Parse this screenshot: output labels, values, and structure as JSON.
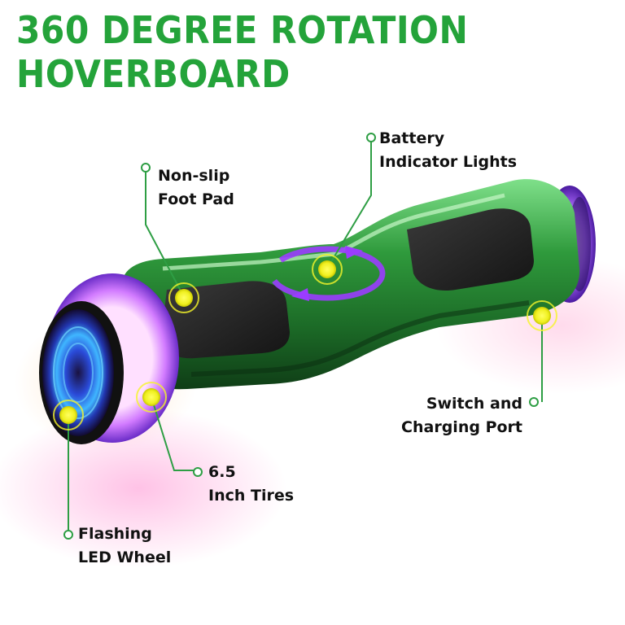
{
  "title": {
    "line1": "360 DEGREE ROTATION",
    "line2": "HOVERBOARD"
  },
  "callouts": {
    "battery": {
      "line1": "Battery",
      "line2": "Indicator Lights"
    },
    "foot_pad": {
      "line1": "Non-slip",
      "line2": "Foot Pad"
    },
    "switch": {
      "line1": "Switch and",
      "line2": "Charging Port"
    },
    "tires": {
      "line1": "6.5",
      "line2": "Inch Tires"
    },
    "wheel": {
      "line1": "Flashing",
      "line2": "LED Wheel"
    }
  },
  "colors": {
    "title": "#24a33a",
    "callout_line": "#2e9e44",
    "marker_dot": "#f5f52a",
    "board_body": "#2f9a3c",
    "led_ring": "#8a3cff"
  }
}
